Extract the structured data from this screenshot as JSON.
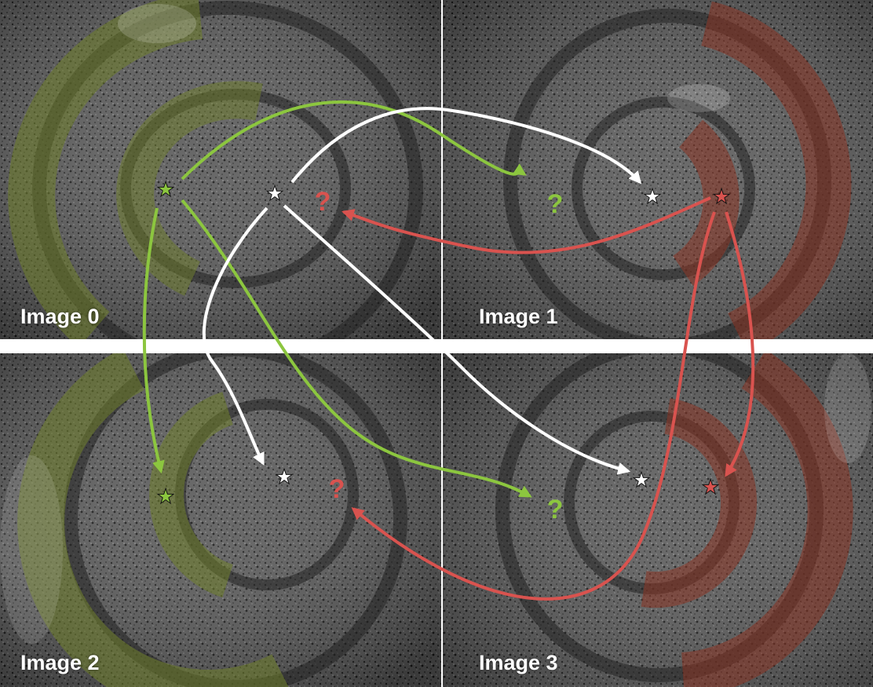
{
  "panels": [
    {
      "label": "Image 0"
    },
    {
      "label": "Image 1"
    },
    {
      "label": "Image 2"
    },
    {
      "label": "Image 3"
    }
  ],
  "markers": {
    "question": "?",
    "star_glyph": "★"
  },
  "colors": {
    "green": "#8cc63f",
    "red": "#d9534f",
    "white": "#ffffff",
    "background_texture": "#4a4a4a",
    "green_overlay": "#6f7f2a",
    "red_overlay": "#8a3322"
  },
  "icons": {
    "star": "star-icon",
    "question": "question-mark-icon",
    "arrow": "arrow-icon"
  }
}
